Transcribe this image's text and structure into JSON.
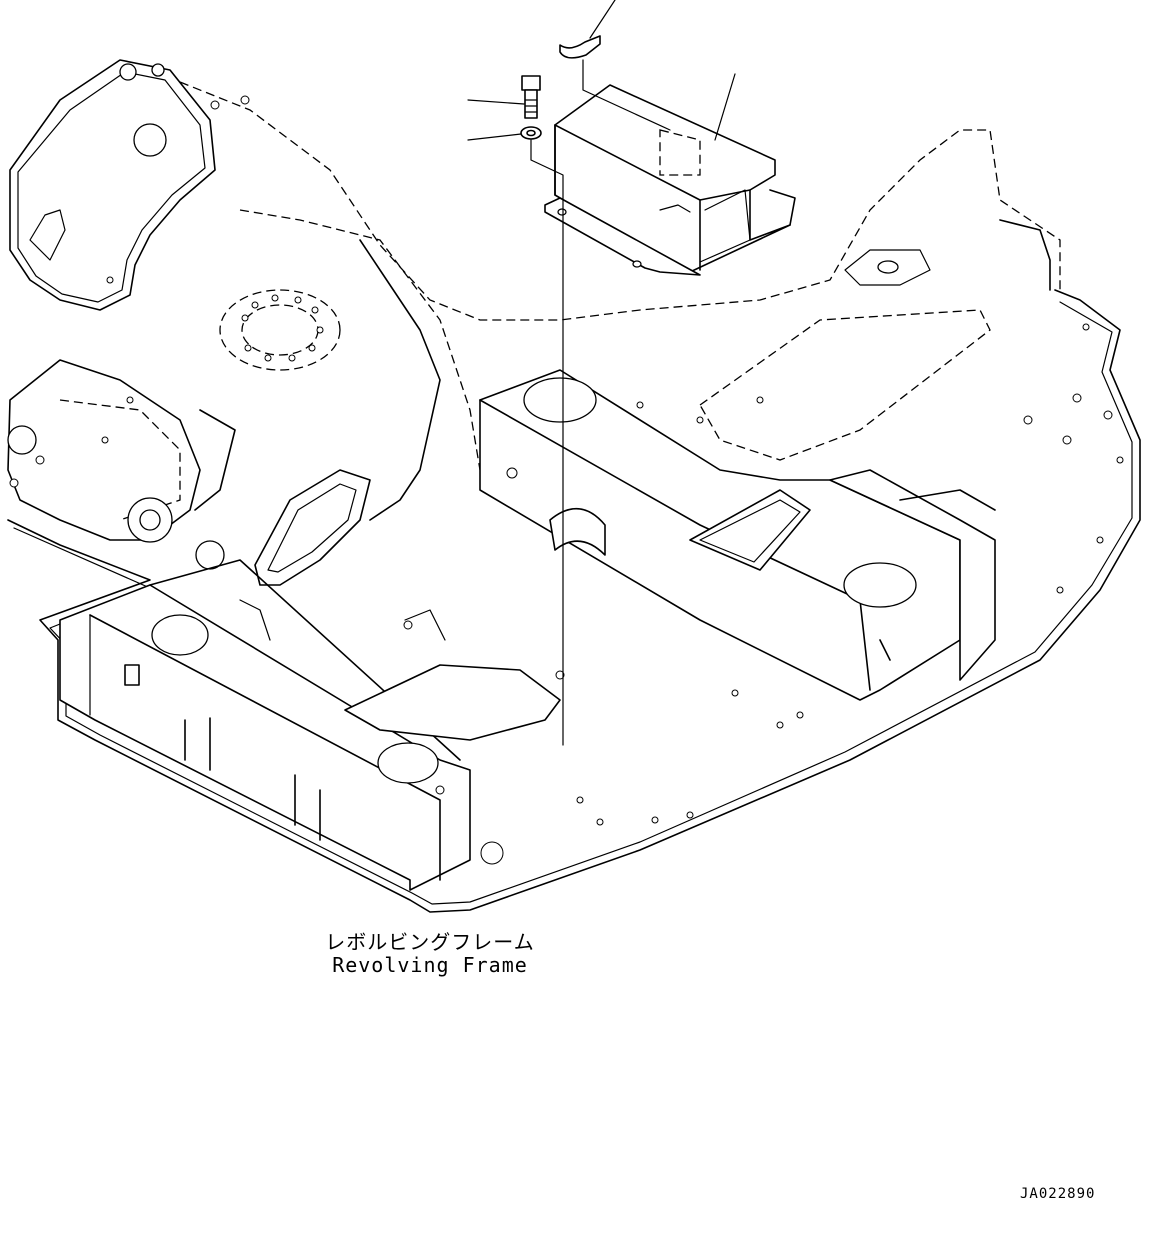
{
  "caption": {
    "japanese": "レボルビングフレーム",
    "english": "Revolving Frame"
  },
  "drawing_id": "JA022890",
  "parts_shown": [
    "clip",
    "bolt",
    "washer",
    "bracket-cover"
  ]
}
